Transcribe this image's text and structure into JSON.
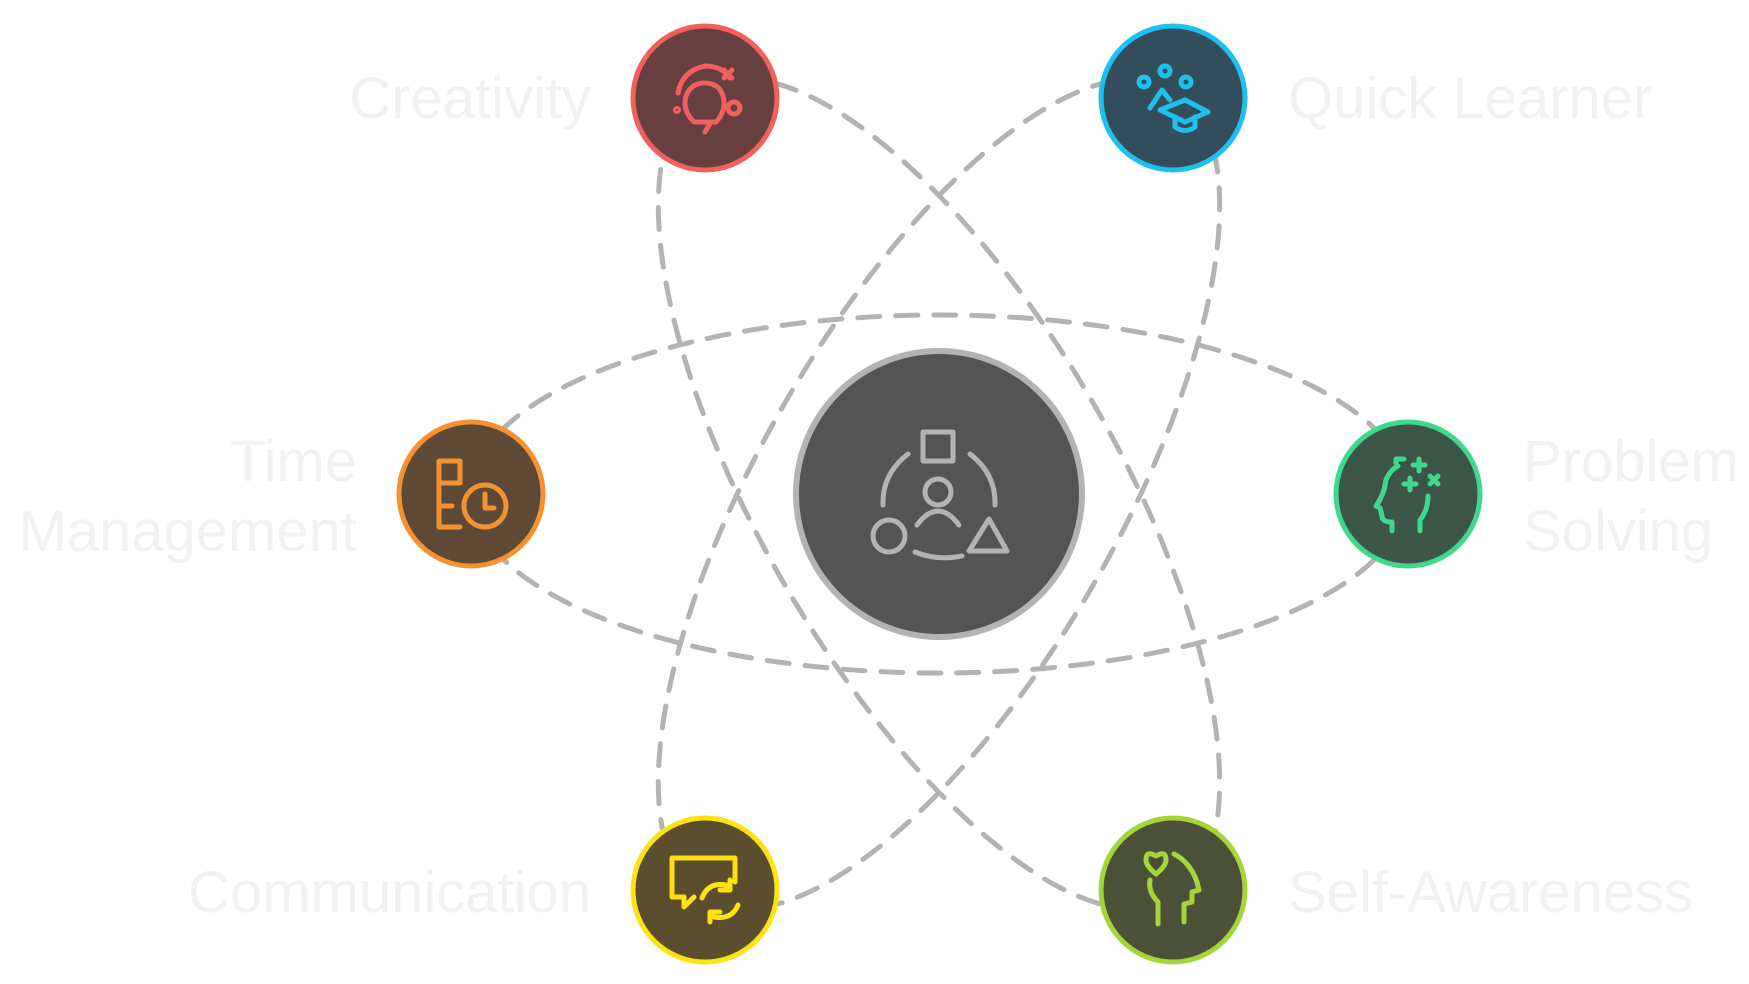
{
  "diagram": {
    "center": {
      "icon": "people-shapes-icon",
      "color": "#b3b3b3",
      "fill": "#545454"
    },
    "nodes": [
      {
        "label_lines": [
          "Creativity"
        ],
        "icon": "lightbulb-icon",
        "stroke": "#f25f5c",
        "fill": "#663f3e"
      },
      {
        "label_lines": [
          "Quick Learner"
        ],
        "icon": "graduation-cap-icon",
        "stroke": "#1ec0f0",
        "fill": "#334e5a"
      },
      {
        "label_lines": [
          "Time",
          "Management"
        ],
        "icon": "clock-icon",
        "stroke": "#f5922f",
        "fill": "#5c4a36"
      },
      {
        "label_lines": [
          "Problem",
          "Solving"
        ],
        "icon": "brain-math-icon",
        "stroke": "#3fd98c",
        "fill": "#3c5546"
      },
      {
        "label_lines": [
          "Communication"
        ],
        "icon": "chat-exchange-icon",
        "stroke": "#ffe20f",
        "fill": "#5a4e2f"
      },
      {
        "label_lines": [
          "Self-Awareness"
        ],
        "icon": "head-heart-icon",
        "stroke": "#a4d63a",
        "fill": "#4b5139"
      }
    ]
  }
}
